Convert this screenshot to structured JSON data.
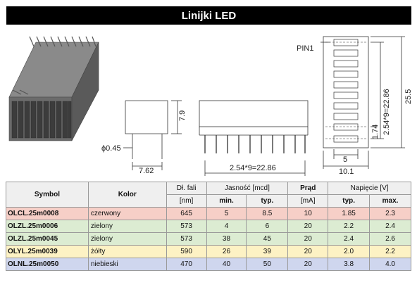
{
  "title": "Linijki LED",
  "drawings": {
    "pin_label": "PIN1",
    "pin_diameter": "ϕ0.45",
    "side_width": "7.62",
    "side_height": "7.9",
    "front_width": "2.54*9=22.86",
    "pitch_vertical": "2.54*9=22.86",
    "total_height": "25.5",
    "pin_offset": "1.74",
    "body_width": "10.1",
    "inner_width": "5"
  },
  "table": {
    "headers": {
      "symbol": "Symbol",
      "color": "Kolor",
      "wavelength": "Dł. fali",
      "wavelength_unit": "[nm]",
      "brightness": "Jasność [mcd]",
      "current": "Prąd",
      "current_unit": "[mA]",
      "voltage": "Napięcie [V]",
      "min": "min.",
      "typ": "typ.",
      "typ2": "typ.",
      "max": "max."
    },
    "rows": [
      {
        "symbol": "OLCL.25m0008",
        "color": "czerwony",
        "wavelength": "645",
        "bmin": "5",
        "btyp": "8.5",
        "current": "10",
        "vtyp": "1.85",
        "vmax": "2.3",
        "bg": "#f6cfc7"
      },
      {
        "symbol": "OLZL.25m0006",
        "color": "zielony",
        "wavelength": "573",
        "bmin": "4",
        "btyp": "6",
        "current": "20",
        "vtyp": "2.2",
        "vmax": "2.4",
        "bg": "#dcecd2"
      },
      {
        "symbol": "OLZL.25m0045",
        "color": "zielony",
        "wavelength": "573",
        "bmin": "38",
        "btyp": "45",
        "current": "20",
        "vtyp": "2.4",
        "vmax": "2.6",
        "bg": "#dcecd2"
      },
      {
        "symbol": "OLYL.25m0039",
        "color": "żółty",
        "wavelength": "590",
        "bmin": "26",
        "btyp": "39",
        "current": "20",
        "vtyp": "2.0",
        "vmax": "2.2",
        "bg": "#fdf2c4"
      },
      {
        "symbol": "OLNL.25m0050",
        "color": "niebieski",
        "wavelength": "470",
        "bmin": "40",
        "btyp": "50",
        "current": "20",
        "vtyp": "3.8",
        "vmax": "4.0",
        "bg": "#cfd6ee"
      }
    ]
  }
}
